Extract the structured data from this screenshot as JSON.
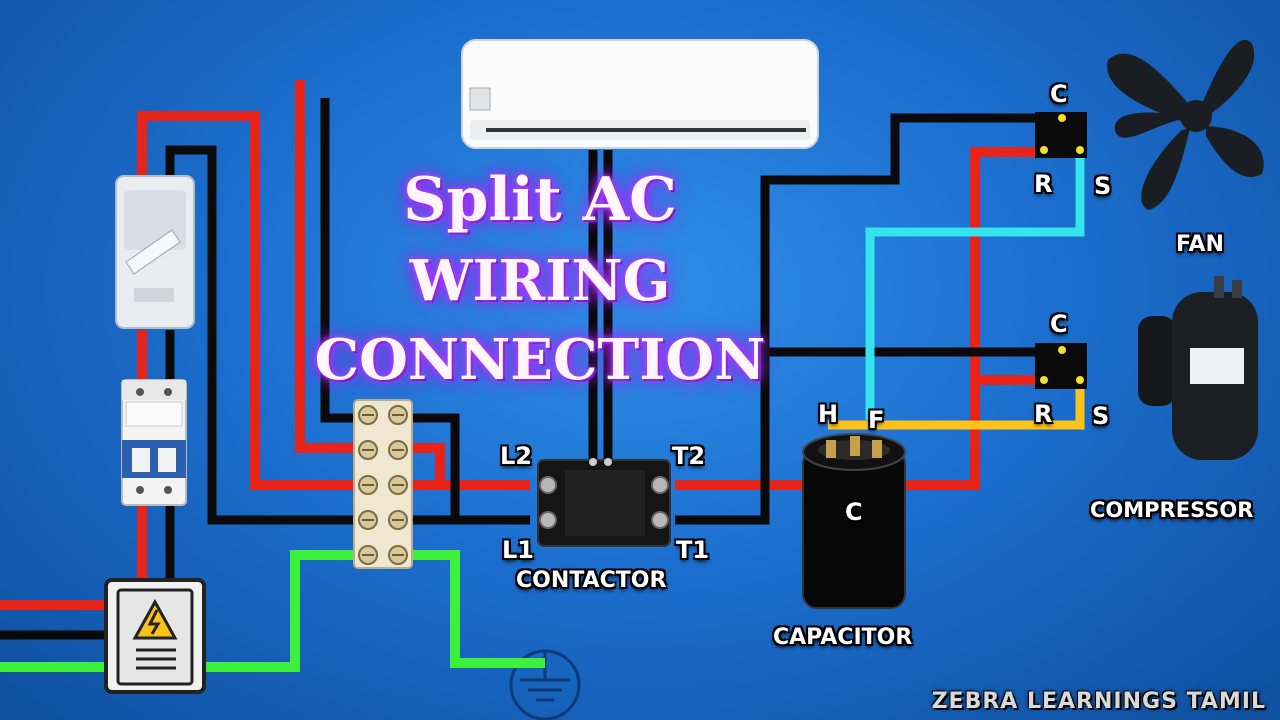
{
  "title": {
    "line1": "Split AC",
    "line2": "WIRING",
    "line3": "CONNECTION"
  },
  "contactor": {
    "caption": "CONTACTOR",
    "terminals": {
      "l2": "L2",
      "l1": "L1",
      "t2": "T2",
      "t1": "T1"
    }
  },
  "capacitor": {
    "caption": "CAPACITOR",
    "terminals": {
      "h": "H",
      "f": "F",
      "c": "C"
    }
  },
  "fan": {
    "caption": "FAN",
    "terminals": {
      "c": "C",
      "r": "R",
      "s": "S"
    }
  },
  "compressor": {
    "caption": "COMPRESSOR",
    "terminals": {
      "c": "C",
      "r": "R",
      "s": "S"
    }
  },
  "watermark": "ZEBRA LEARNINGS TAMIL",
  "wire_colors": {
    "phase": "#e8241a",
    "neutral": "#0a0a0a",
    "earth": "#3cf03c",
    "fan_start": "#36e4ee",
    "compressor_start": "#ffc21a"
  },
  "icons": [
    "isolator-switch-icon",
    "mcb-breaker-icon",
    "distribution-box-icon",
    "high-voltage-icon",
    "terminal-block-icon",
    "indoor-unit-icon",
    "contactor-icon",
    "capacitor-icon",
    "fan-blade-icon",
    "compressor-icon",
    "ground-symbol-icon"
  ]
}
